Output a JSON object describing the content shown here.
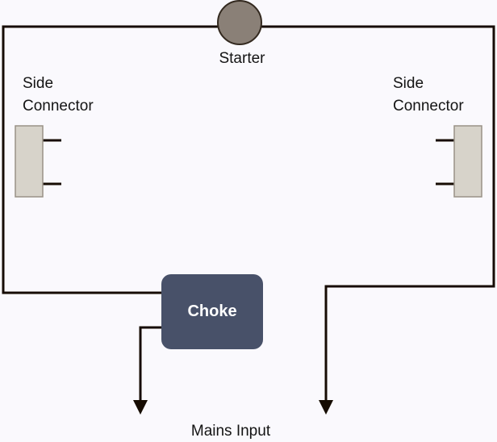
{
  "diagram": {
    "labels": {
      "starter": "Starter",
      "left_connector": "Side Connector",
      "right_connector": "Side Connector",
      "choke": "Choke",
      "mains_input": "Mains Input"
    }
  },
  "colors": {
    "background": "#faf9fd",
    "wire": "#160c02",
    "starter_fill": "#8a8077",
    "starter_stroke": "#33291f",
    "connector_fill": "#d7d3ca",
    "connector_stroke": "#999287",
    "choke_fill": "#485169",
    "choke_text": "#ffffff",
    "label_text": "#141414"
  }
}
